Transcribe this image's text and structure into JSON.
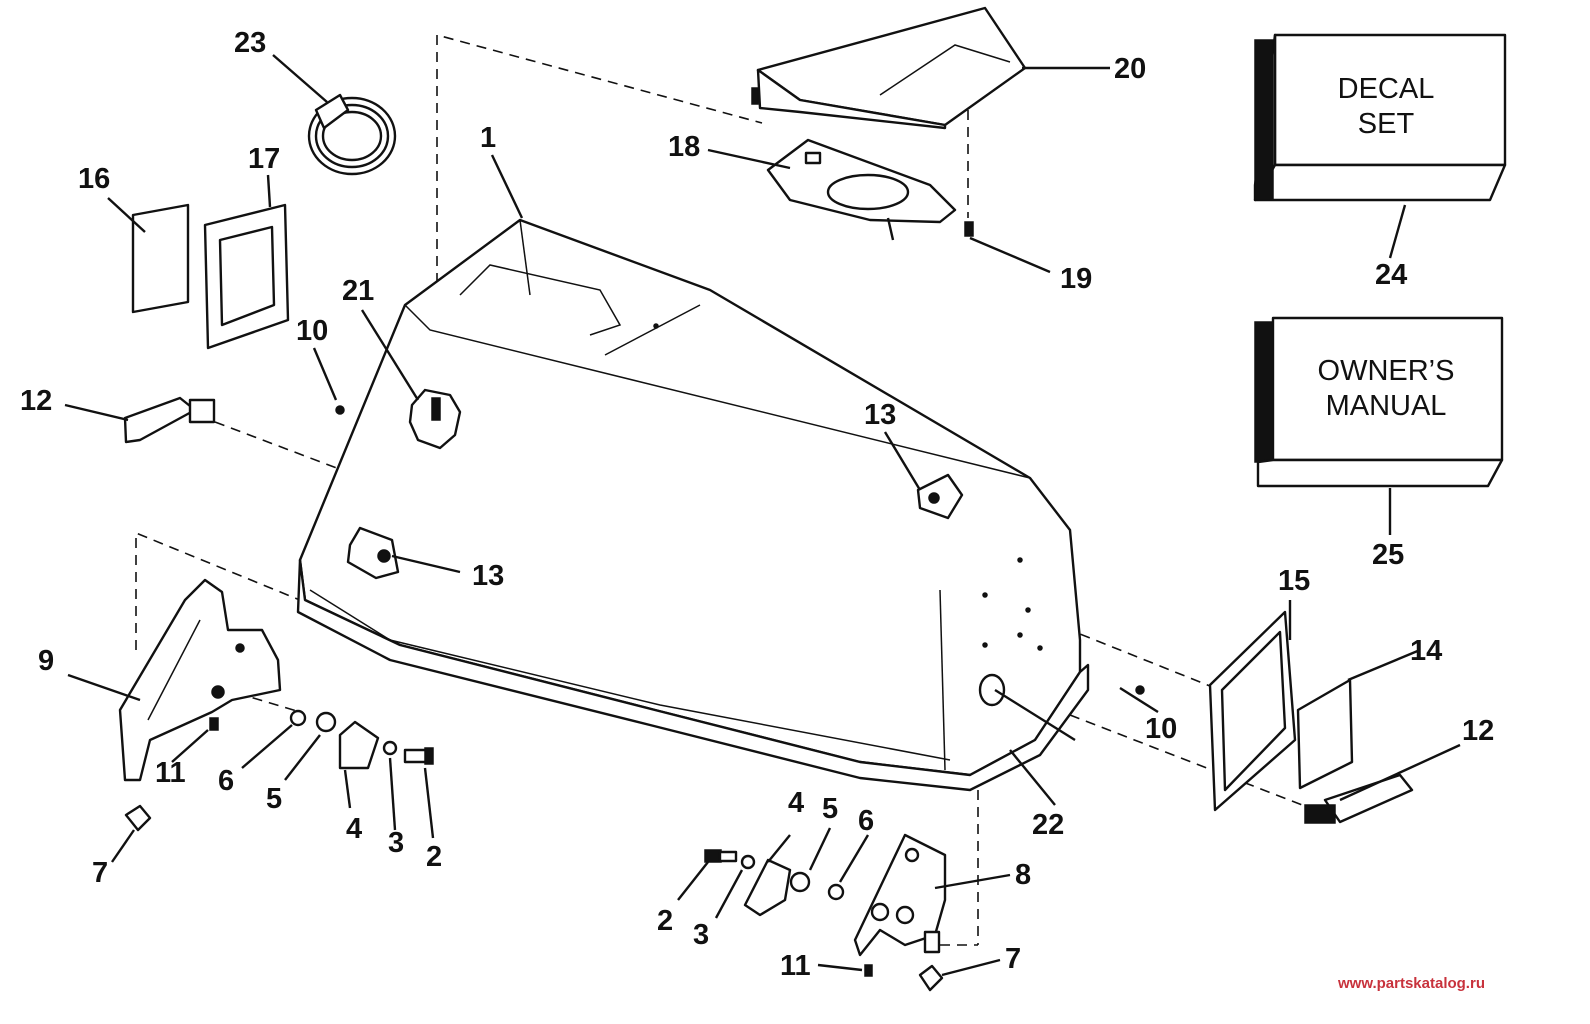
{
  "callouts": {
    "c1": "1",
    "c2a": "2",
    "c2b": "2",
    "c3a": "3",
    "c3b": "3",
    "c4a": "4",
    "c4b": "4",
    "c5a": "5",
    "c5b": "5",
    "c6a": "6",
    "c6b": "6",
    "c7a": "7",
    "c7b": "7",
    "c8": "8",
    "c9": "9",
    "c10a": "10",
    "c10b": "10",
    "c11a": "11",
    "c11b": "11",
    "c12a": "12",
    "c12b": "12",
    "c13a": "13",
    "c13b": "13",
    "c14": "14",
    "c15": "15",
    "c16": "16",
    "c17": "17",
    "c18": "18",
    "c19": "19",
    "c20": "20",
    "c21": "21",
    "c22": "22",
    "c23": "23",
    "c24": "24",
    "c25": "25"
  },
  "decal_box": {
    "line1": "DECAL",
    "line2": "SET"
  },
  "manual_box": {
    "line1": "OWNER’S",
    "line2": "MANUAL"
  },
  "watermark": "www.partskatalog.ru"
}
